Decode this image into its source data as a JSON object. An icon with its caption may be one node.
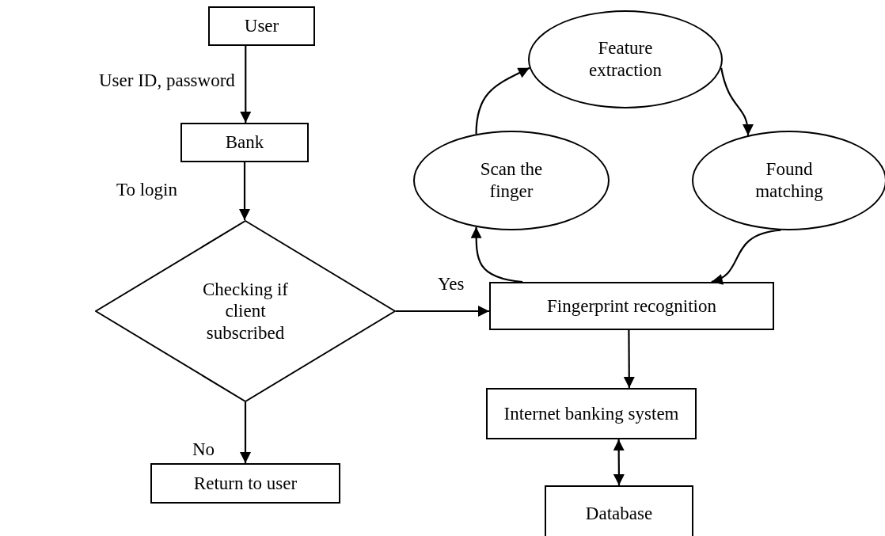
{
  "diagram": {
    "nodes": [
      {
        "text": [
          "User"
        ]
      },
      {
        "text": [
          "Bank"
        ]
      },
      {
        "text": [
          "Checking if client subscribed"
        ]
      },
      {
        "text": [
          "Return to user"
        ]
      },
      {
        "text": [
          "Fingerprint recognition"
        ]
      },
      {
        "text": [
          "Scan the finger"
        ]
      },
      {
        "text": [
          "Feature extraction"
        ]
      },
      {
        "text": [
          "Found matching"
        ]
      },
      {
        "text": [
          "Internet banking system"
        ]
      },
      {
        "text": [
          "Database"
        ]
      }
    ],
    "edges": [
      {
        "from": 0,
        "to": 1,
        "arrow": "to",
        "label": "User ID, password"
      },
      {
        "from": 1,
        "to": 2,
        "arrow": "to",
        "label": "To login"
      },
      {
        "from": 2,
        "to": 4,
        "arrow": "to",
        "label": "Yes"
      },
      {
        "from": 2,
        "to": 3,
        "arrow": "to",
        "label": "No"
      },
      {
        "from": 4,
        "to": 5,
        "arrow": "to"
      },
      {
        "from": 5,
        "to": 6,
        "arrow": "to"
      },
      {
        "from": 6,
        "to": 7,
        "arrow": "to"
      },
      {
        "from": 7,
        "to": 4,
        "arrow": "to"
      },
      {
        "from": 4,
        "to": 8,
        "arrow": "to"
      },
      {
        "from": 8,
        "to": 9,
        "arrow": "both"
      }
    ]
  }
}
